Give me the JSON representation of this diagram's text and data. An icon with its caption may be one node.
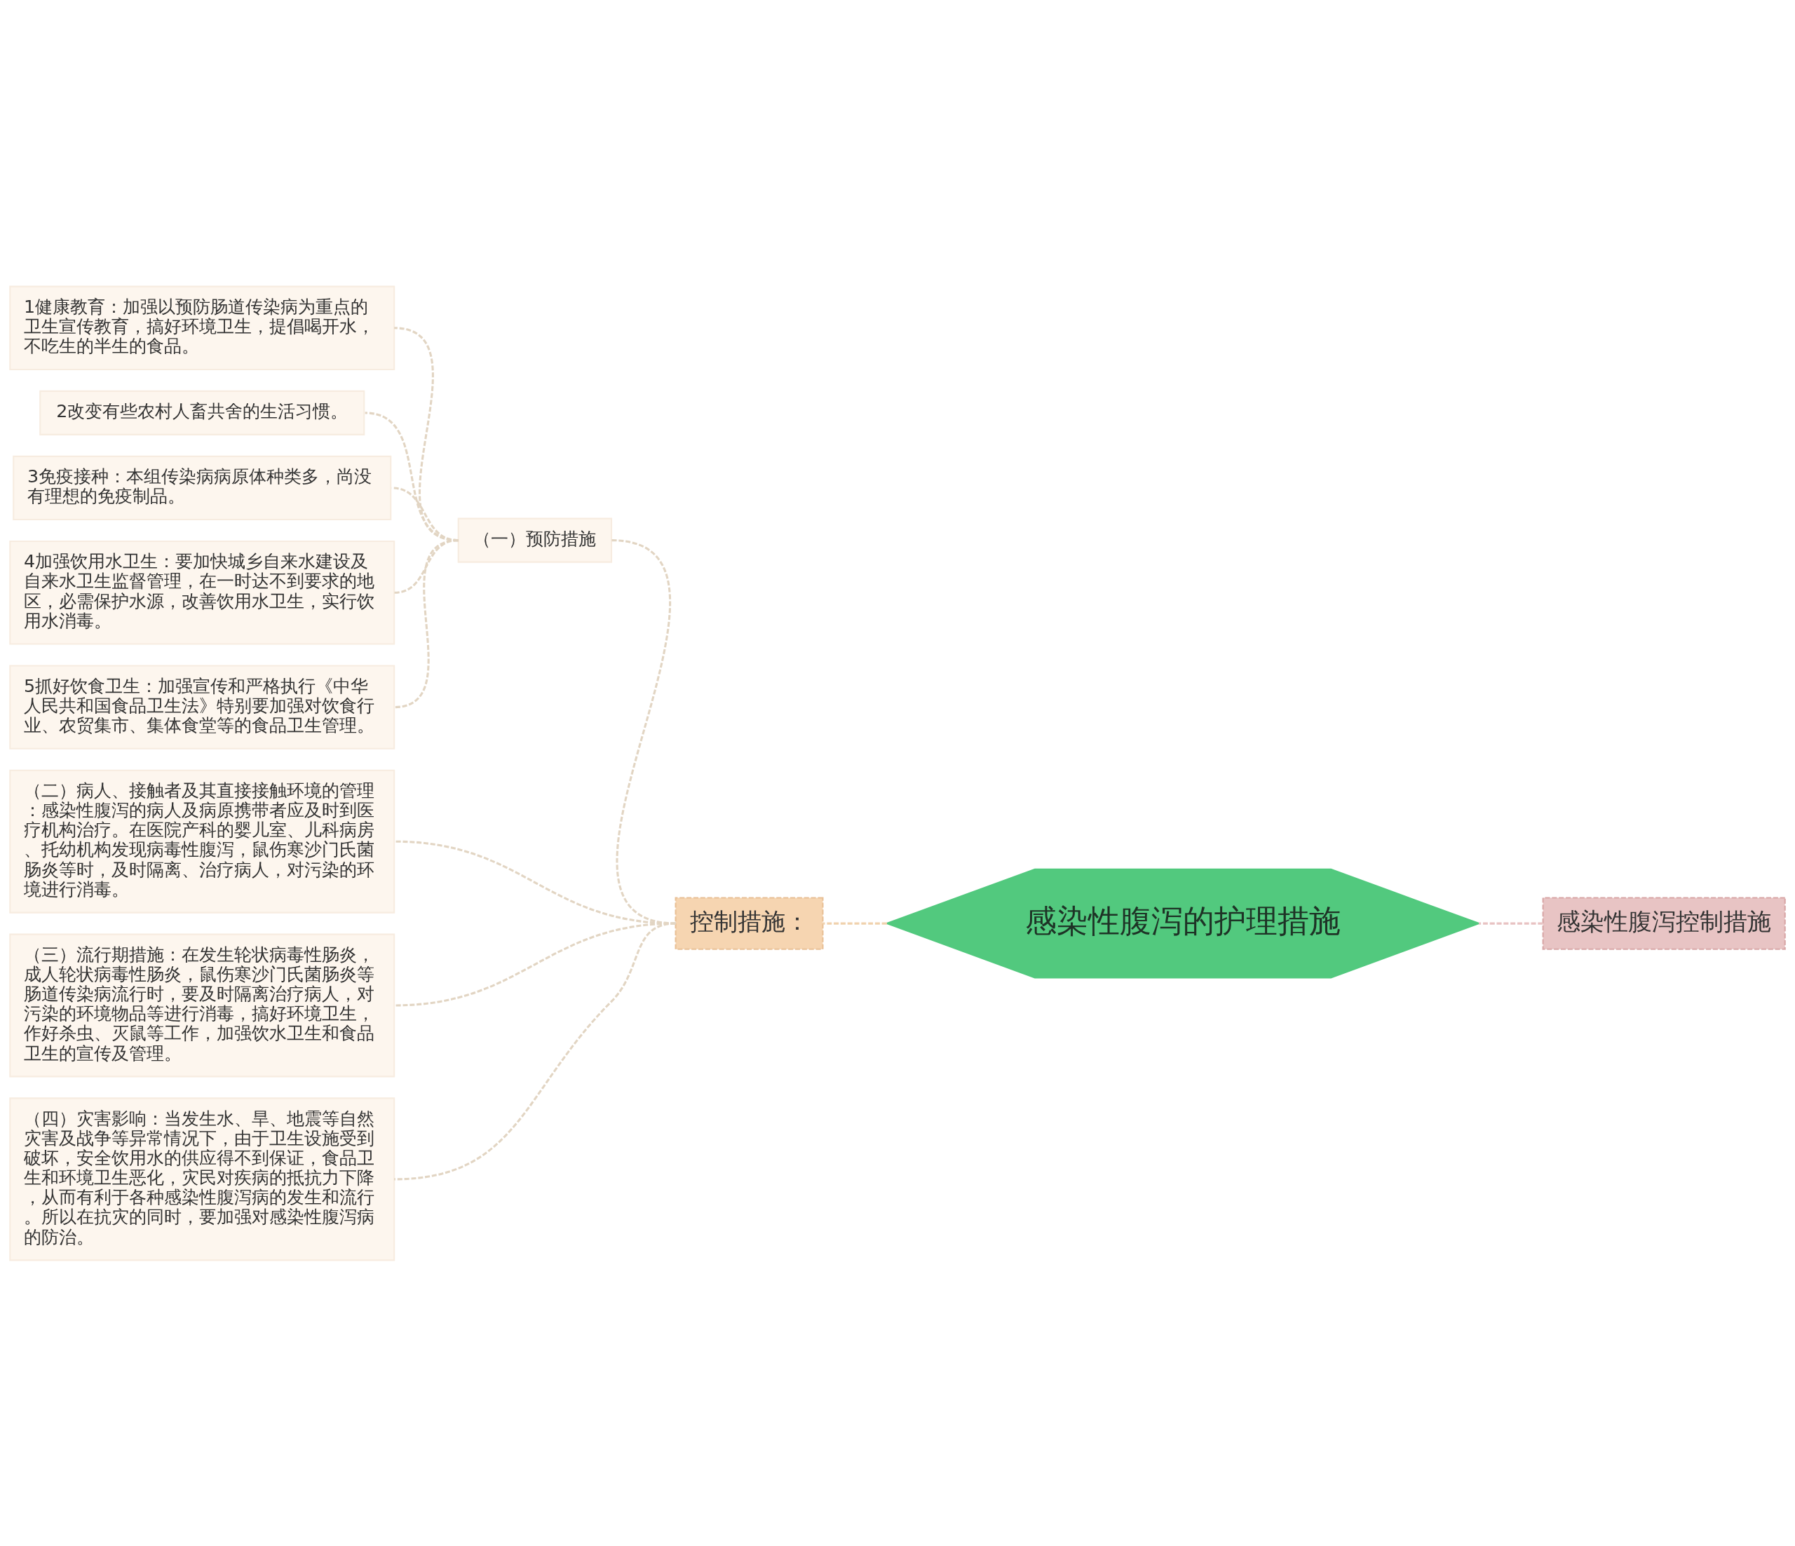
{
  "diagram": {
    "nodes": [
      {
        "text": [
          "感染性腹泻的护理措施"
        ]
      },
      {
        "text": [
          "控制措施："
        ]
      },
      {
        "text": [
          "（一）预防措施"
        ]
      },
      {
        "text": [
          "1健康教育：加强以预防肠道传染病为重点的卫生宣传教育，搞好环境卫生，提倡喝开水，不吃生的半生的食品。"
        ]
      },
      {
        "text": [
          "2改变有些农村人畜共舍的生活习惯。"
        ]
      },
      {
        "text": [
          "3免疫接种：本组传染病病原体种类多，尚没有理想的免疫制品。"
        ]
      },
      {
        "text": [
          "4加强饮用水卫生：要加快城乡自来水建设及自来水卫生监督管理，在一时达不到要求的地区，必需保护水源，改善饮用水卫生，实行饮用水消毒。"
        ]
      },
      {
        "text": [
          "5抓好饮食卫生：加强宣传和严格执行《中华人民共和国食品卫生法》特别要加强对饮食行业、农贸集市、集体食堂等的食品卫生管理。"
        ]
      },
      {
        "text": [
          "（二）病人、接触者及其直接接触环境的管理：感染性腹泻的病人及病原携带者应及时到医疗机构治疗。在医院产科的婴儿室、儿科病房、托幼机构发现病毒性腹泻，鼠伤寒沙门氏菌肠炎等时，及时隔离、治疗病人，对污染的环境进行消毒。"
        ]
      },
      {
        "text": [
          "（三）流行期措施：在发生轮状病毒性肠炎，成人轮状病毒性肠炎，鼠伤寒沙门氏菌肠炎等肠道传染病流行时，要及时隔离治疗病人，对污染的环境物品等进行消毒，搞好环境卫生，作好杀虫、灭鼠等工作，加强饮水卫生和食品卫生的宣传及管理。"
        ]
      },
      {
        "text": [
          "（四）灾害影响：当发生水、旱、地震等自然灾害及战争等异常情况下，由于卫生设施受到破坏，安全饮用水的供应得不到保证，食品卫生和环境卫生恶化，灾民对疾病的抵抗力下降，从而有利于各种感染性腹泻病的发生和流行。所以在抗灾的同时，要加强对感染性腹泻病的防治。"
        ]
      },
      {
        "text": [
          "感染性腹泻控制措施"
        ]
      }
    ],
    "edges": [
      {
        "from": 0,
        "to": 1,
        "arrow": "none",
        "style": "dashed",
        "color": "#f0d2ad"
      },
      {
        "from": 11,
        "to": 0,
        "arrow": "none",
        "style": "dashed",
        "color": "#e8c2c2"
      },
      {
        "from": 1,
        "to": 2,
        "arrow": "none",
        "style": "dashed"
      },
      {
        "from": 2,
        "to": 3,
        "arrow": "none",
        "style": "dashed"
      },
      {
        "from": 2,
        "to": 4,
        "arrow": "none",
        "style": "dashed"
      },
      {
        "from": 2,
        "to": 5,
        "arrow": "none",
        "style": "dashed"
      },
      {
        "from": 2,
        "to": 6,
        "arrow": "none",
        "style": "dashed"
      },
      {
        "from": 2,
        "to": 7,
        "arrow": "none",
        "style": "dashed"
      },
      {
        "from": 1,
        "to": 8,
        "arrow": "none",
        "style": "dashed"
      },
      {
        "from": 1,
        "to": 9,
        "arrow": "none",
        "style": "dashed"
      },
      {
        "from": 1,
        "to": 10,
        "arrow": "none",
        "style": "dashed"
      }
    ]
  }
}
